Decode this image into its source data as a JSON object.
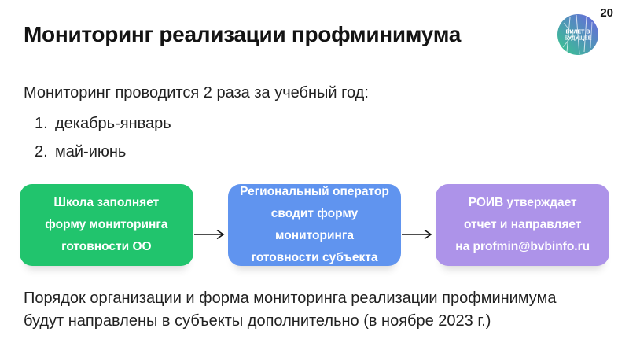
{
  "page": {
    "number": "20"
  },
  "header": {
    "title": "Мониторинг реализации профминимума"
  },
  "logo": {
    "line1": "БИЛЕТ В",
    "line2": "БУДУЩЕЕ"
  },
  "intro": {
    "text": "Мониторинг проводится 2 раза за учебный год:",
    "items": [
      {
        "num": "1.",
        "text": "декабрь-январь"
      },
      {
        "num": "2.",
        "text": "май-июнь"
      }
    ]
  },
  "flow": {
    "steps": [
      {
        "lines": [
          "Школа заполняет",
          "форму мониторинга",
          "готовности ОО"
        ]
      },
      {
        "lines": [
          "Региональный оператор",
          "сводит форму мониторинга",
          "готовности субъекта"
        ]
      },
      {
        "lines": [
          "РОИВ утверждает",
          "отчет и направляет"
        ],
        "email_prefix": "на ",
        "email": "profmin@bvbinfo.ru"
      }
    ]
  },
  "footer": {
    "line1": "Порядок организации и форма мониторинга реализации профминимума",
    "line2": "будут направлены в субъекты дополнительно (в ноябре 2023 г.)"
  },
  "colors": {
    "green": "#21c46d",
    "blue": "#6094ef",
    "purple": "#ad93e9",
    "logo_gradient_top": "#6a63e1",
    "logo_gradient_bottom": "#35ca8c",
    "text": "#1a1a1a",
    "box_text": "#ffffff"
  }
}
